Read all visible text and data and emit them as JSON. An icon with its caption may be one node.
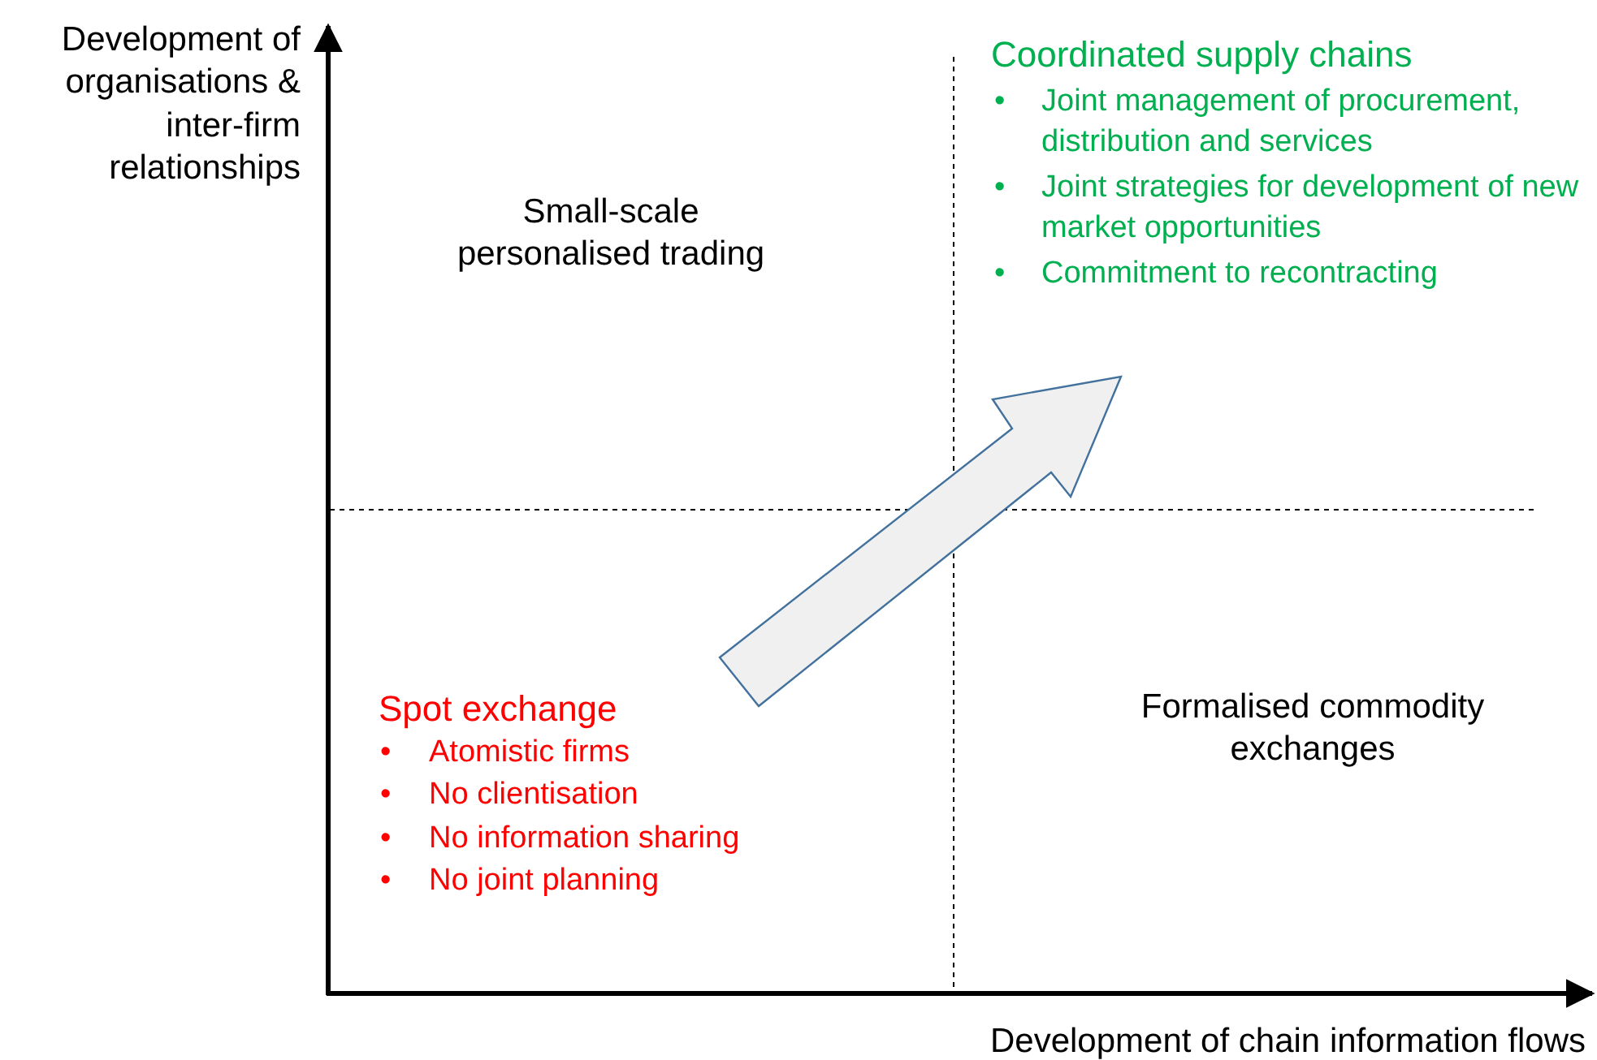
{
  "diagram": {
    "labels": [
      "Development of organisations & inter-firm relationships",
      "Coordinated supply chains",
      "•",
      "Joint management of procurement, distribution and services",
      "•",
      "Joint strategies for development of new market opportunities",
      "•",
      "Commitment to recontracting",
      "Small-scale personalised trading",
      "Spot exchange",
      "•",
      "Atomistic firms",
      "•",
      "No clientisation",
      "•",
      "No information sharing",
      "•",
      "No joint planning",
      "Formalised commodity exchanges",
      "Development of chain information flows"
    ]
  }
}
